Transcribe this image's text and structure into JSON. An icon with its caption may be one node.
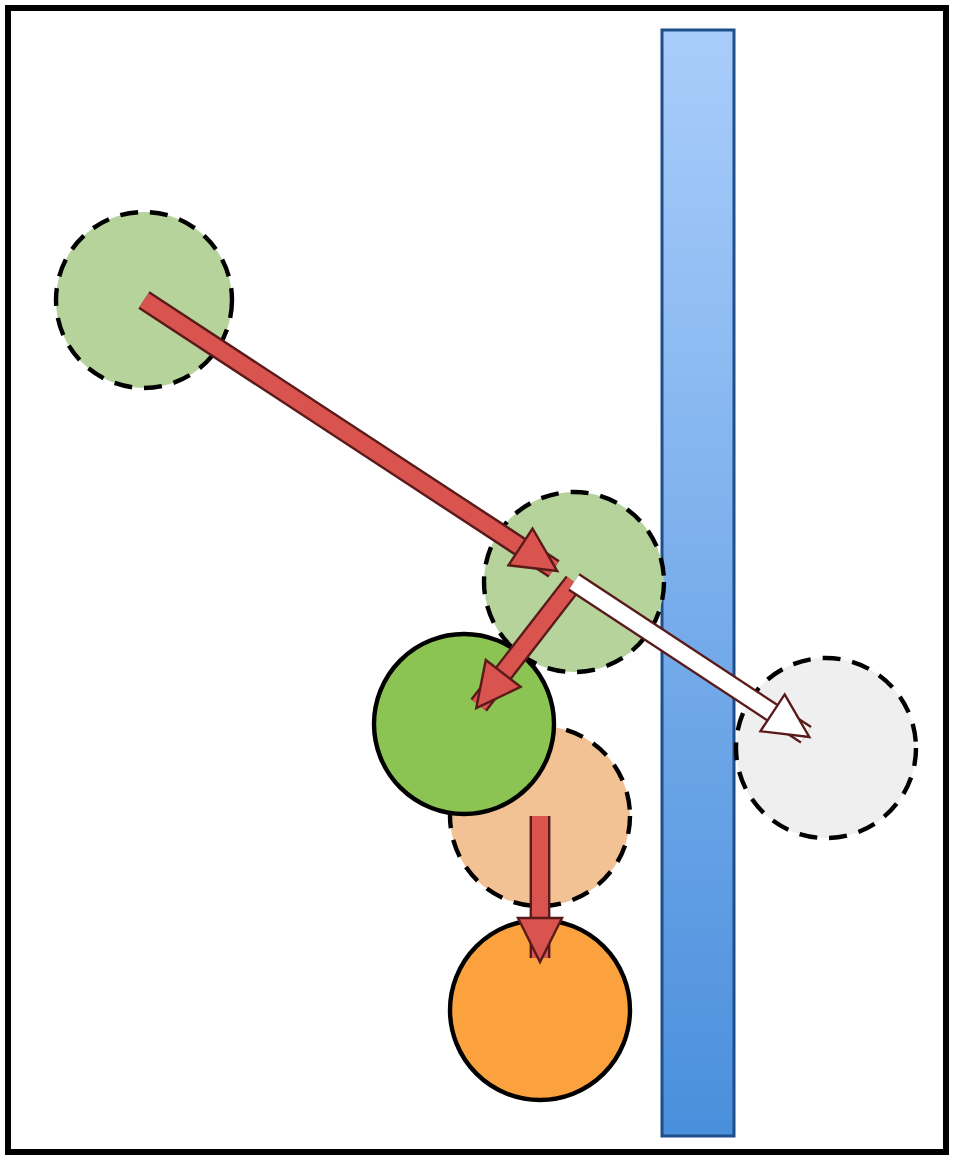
{
  "diagram": {
    "nodes": [
      {
        "text": [],
        "shape": "circle"
      },
      {
        "text": [],
        "shape": "circle"
      },
      {
        "text": [],
        "shape": "circle"
      },
      {
        "text": [],
        "shape": "circle"
      },
      {
        "text": [],
        "shape": "circle"
      },
      {
        "text": [],
        "shape": "circle"
      }
    ],
    "edges": [
      {
        "from": 0,
        "to": 1,
        "arrow": "to"
      },
      {
        "from": 1,
        "to": 2,
        "arrow": "to"
      },
      {
        "from": 1,
        "to": 3,
        "arrow": "to",
        "color": "#ffffff"
      },
      {
        "from": 4,
        "to": 5,
        "arrow": "to"
      }
    ]
  }
}
